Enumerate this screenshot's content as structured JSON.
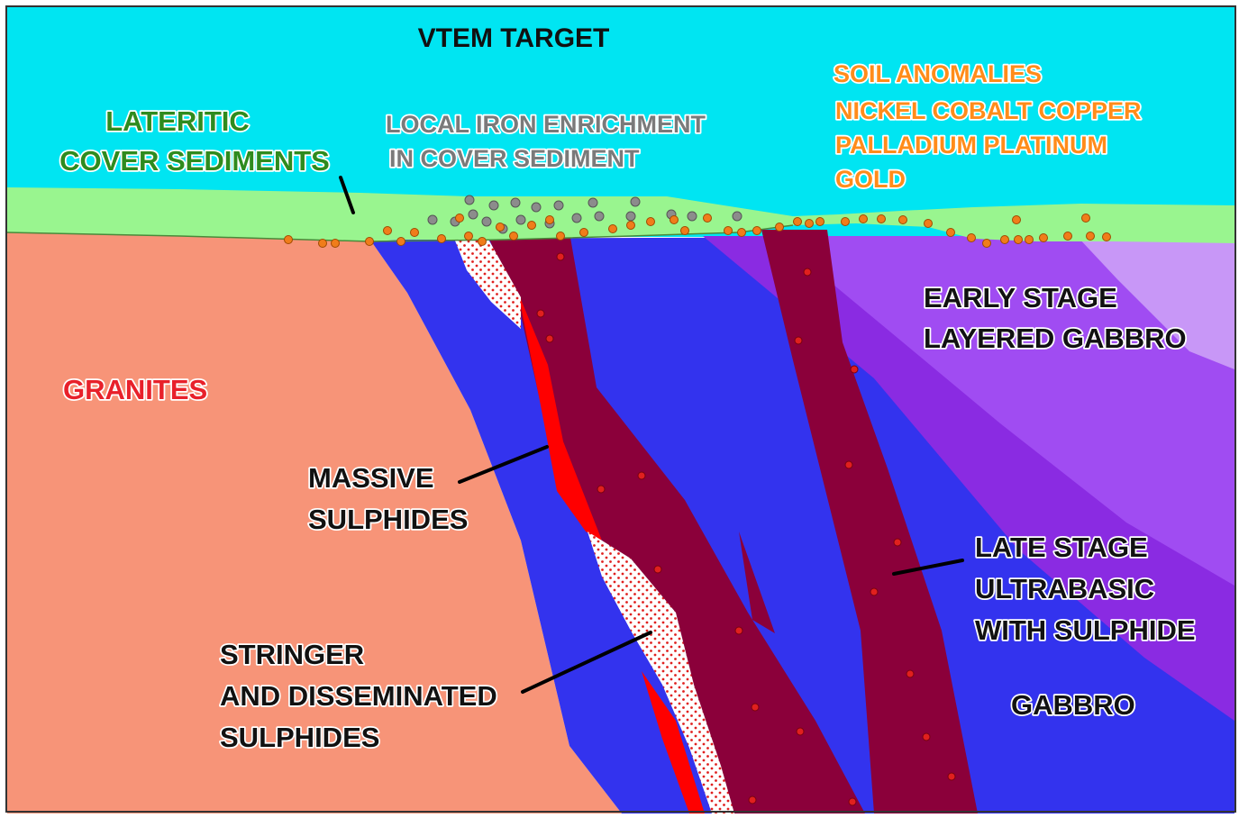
{
  "labels": {
    "vtem_target": "VTEM TARGET",
    "lateritic": [
      "LATERITIC",
      "COVER SEDIMENTS"
    ],
    "iron": [
      "LOCAL IRON ENRICHMENT",
      "IN COVER SEDIMENT"
    ],
    "soil": [
      "SOIL ANOMALIES",
      "NICKEL COBALT COPPER",
      "PALLADIUM PLATINUM",
      "GOLD"
    ],
    "granites": "GRANITES",
    "early_stage": [
      "EARLY STAGE",
      "LAYERED GABBRO"
    ],
    "massive": [
      "MASSIVE",
      "SULPHIDES"
    ],
    "late_stage": [
      "LATE STAGE",
      "ULTRABASIC",
      "WITH SULPHIDE"
    ],
    "gabbro": "GABBRO",
    "stringer": [
      "STRINGER",
      "AND DISSEMINATED",
      "SULPHIDES"
    ]
  },
  "colors": {
    "sky": "#00e5f2",
    "cover": "#99f58f",
    "granite": "#f79478",
    "gabbro": "#3333ee",
    "early_gabbro": "#a04cf2",
    "early_gabbro_dark": "#8a2be2",
    "early_gabbro_light": "#c897f7",
    "ultrabasic": "#8b003a",
    "massive_sulphide": "#ff0000",
    "orange_dot": "#f07d1a",
    "grey_dot": "#8c8c8c",
    "red_dot": "#e0201e"
  }
}
